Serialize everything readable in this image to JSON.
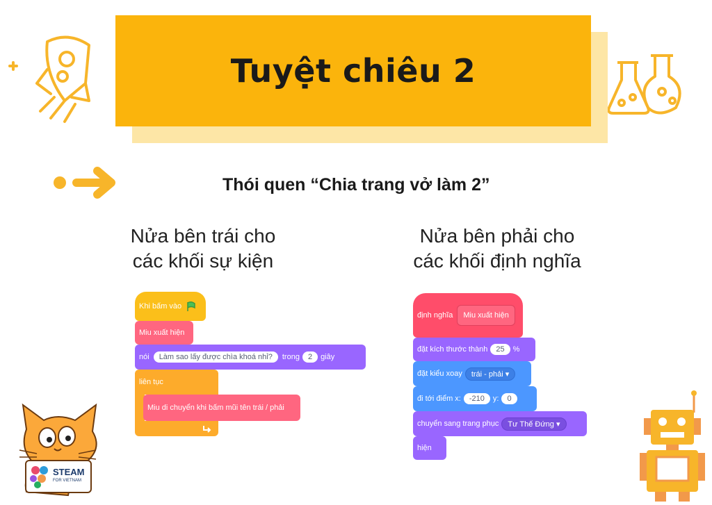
{
  "header": {
    "title": "Tuyệt chiêu 2"
  },
  "subtitle": "Thói quen “Chia trang vở làm 2”",
  "left_column": {
    "line1": "Nửa bên trái cho",
    "line2": "các khối sự kiện"
  },
  "right_column": {
    "line1": "Nửa bên phải cho",
    "line2": "các khối định nghĩa"
  },
  "left_script": {
    "when_clicked": "Khi bấm vào",
    "call_block": "Miu xuất hiện",
    "say": "nói",
    "say_text": "Làm sao lấy được chìa khoá nhỉ?",
    "say_in": "trong",
    "say_secs": "2",
    "say_unit": "giây",
    "forever": "liên tục",
    "inner_call": "Miu di chuyển khi bấm mũi tên trái / phải"
  },
  "right_script": {
    "define": "định nghĩa",
    "define_name": "Miu xuất hiện",
    "set_size": "đặt kích thước thành",
    "size_value": "25",
    "size_unit": "%",
    "rotation": "đặt kiểu xoay",
    "rotation_value": "trái - phải",
    "goto": "đi tới điểm x:",
    "goto_x": "-210",
    "goto_y_label": "y:",
    "goto_y": "0",
    "costume": "chuyển sang trang phục",
    "costume_value": "Tư Thế Đứng",
    "show": "hiện"
  },
  "logo": {
    "name": "STEAM",
    "tagline": "FOR VIETNAM"
  },
  "colors": {
    "banner": "#fbb40c",
    "banner_shadow": "#fde6a6",
    "accent": "#f7b52a",
    "events": "#fbbf1a",
    "control": "#fdab2b",
    "custom": "#ff6680",
    "looks": "#9966ff",
    "motion": "#4c97ff"
  }
}
